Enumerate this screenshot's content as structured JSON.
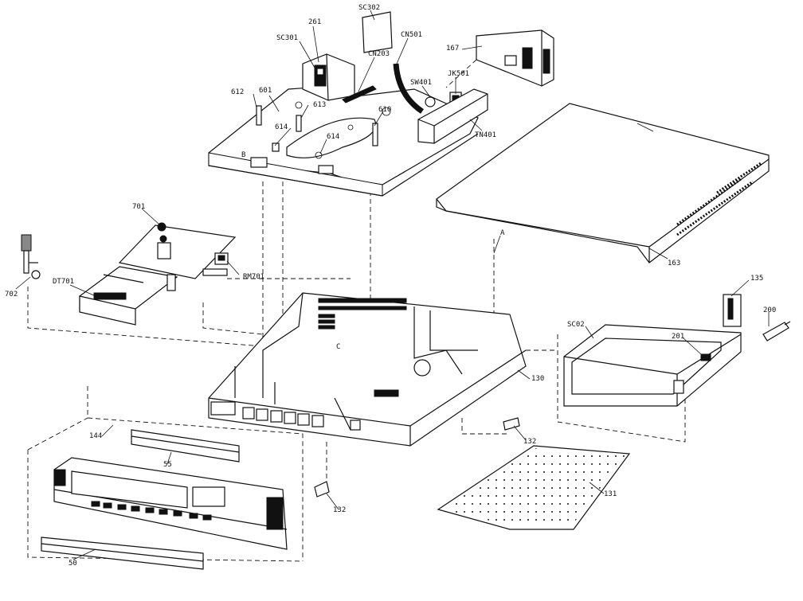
{
  "labels": {
    "p261": "261",
    "sc302": "SC302",
    "sc301": "SC301",
    "cn203": "CN203",
    "cn501": "CN501",
    "p167": "167",
    "jk501": "JK501",
    "sw401": "SW401",
    "p612": "612",
    "p601": "601",
    "p613": "613",
    "p614a": "614",
    "p614b": "614",
    "p610": "610",
    "tn401": "TN401",
    "b": "B",
    "p701": "701",
    "a": "A",
    "p163": "163",
    "rm701": "RM701",
    "p702": "702",
    "dt701": "DT701",
    "p135": "135",
    "p200": "200",
    "sc02": "SC02",
    "p201": "201",
    "c": "C",
    "p130": "130",
    "p144": "144",
    "p55": "55",
    "p132a": "132",
    "p132b": "132",
    "p131": "131",
    "p50": "50"
  }
}
